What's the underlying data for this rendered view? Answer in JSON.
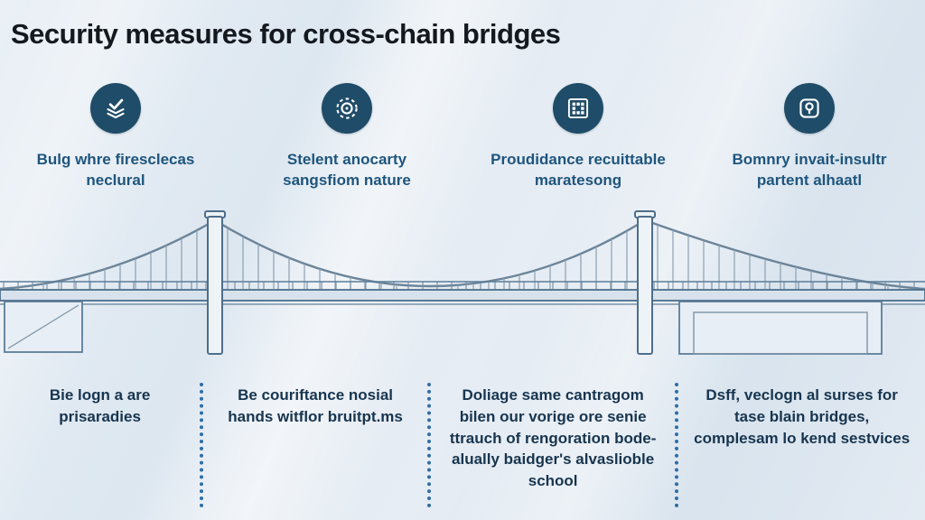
{
  "title": "Security measures for cross-chain bridges",
  "features": [
    {
      "icon": "check-layers-icon",
      "label": "Bulg whre firesclecas neclural"
    },
    {
      "icon": "aperture-dial-icon",
      "label": "Stelent anocarty sangsfiom nature"
    },
    {
      "icon": "qr-code-icon",
      "label": "Proudidance recuittable maratesong"
    },
    {
      "icon": "shield-lock-icon",
      "label": "Bomnry invait-insultr partent alhaatl"
    }
  ],
  "footnotes": [
    "Bie logn a are prisaradies",
    "Be couriftance nosial hands witflor bruitpt.ms",
    "Doliage same cantragom bilen our vorige ore senie ttrauch of rengoration bode-alually baidger's alvaslioble school",
    "Dsff, veclogn al surses for tase blain bridges, complesam lo kend sestvices"
  ],
  "colors": {
    "icon_background": "#1f4c68",
    "caption_text": "#1e557d",
    "note_text": "#17354f",
    "divider": "#2e6da6",
    "bridge_stroke": "#6b8499",
    "title_text": "#14191f"
  }
}
